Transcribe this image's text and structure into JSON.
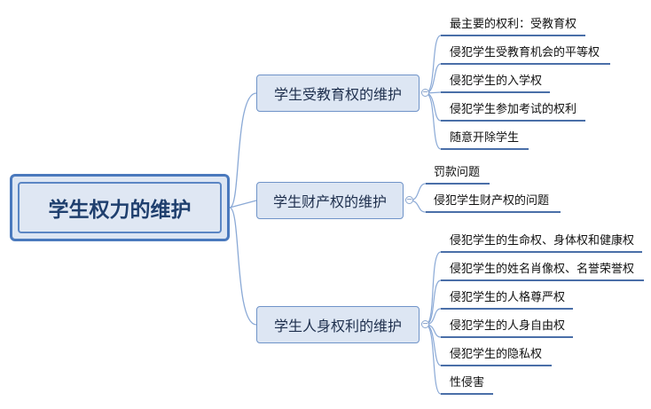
{
  "root": {
    "label": "学生权力的维护"
  },
  "branches": [
    {
      "label": "学生受教育权的维护",
      "leaves": [
        "最主要的权利：受教育权",
        "侵犯学生受教育机会的平等权",
        "侵犯学生的入学权",
        "侵犯学生参加考试的权利",
        "随意开除学生"
      ]
    },
    {
      "label": "学生财产权的维护",
      "leaves": [
        "罚款问题",
        "侵犯学生财产权的问题"
      ]
    },
    {
      "label": "学生人身权利的维护",
      "leaves": [
        "侵犯学生的生命权、身体权和健康权",
        "侵犯学生的姓名肖像权、名誉荣誉权",
        "侵犯学生的人格尊严权",
        "侵犯学生的人身自由权",
        "侵犯学生的隐私权",
        "性侵害"
      ]
    }
  ],
  "colors": {
    "line": "#5b86c4",
    "underline": "#4a6fa8",
    "node_fill": "#dde6f3",
    "root_border": "#4a79bd"
  }
}
